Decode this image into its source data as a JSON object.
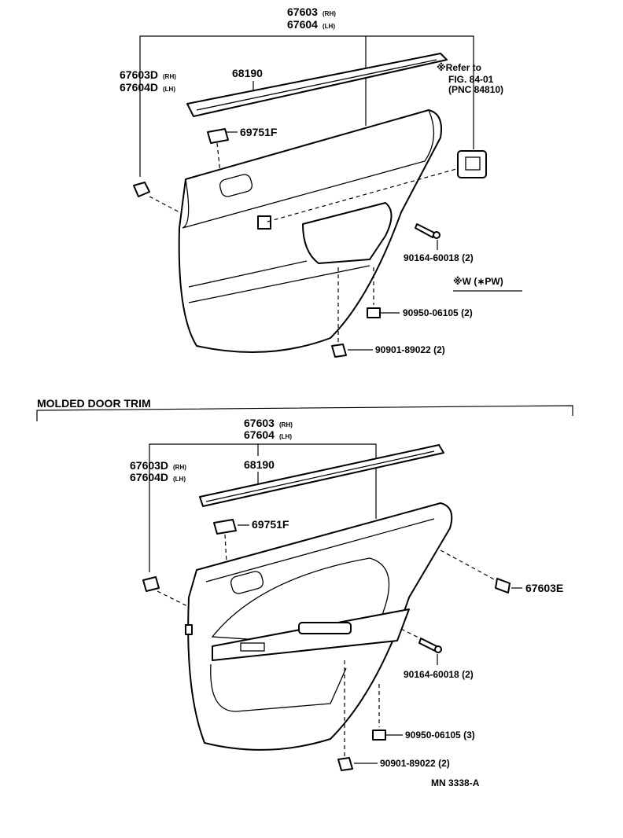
{
  "upper": {
    "title_rh": "67603",
    "title_rh_sfx": "(RH)",
    "title_lh": "67604",
    "title_lh_sfx": "(LH)",
    "clip_d_rh": "67603D",
    "clip_d_rh_sfx": "(RH)",
    "clip_d_lh": "67604D",
    "clip_d_lh_sfx": "(LH)",
    "weatherstrip": "68190",
    "plug": "69751F",
    "refer_line1": "※Refer to",
    "refer_line2": "FIG. 84-01",
    "refer_line3": "(PNC 84810)",
    "screw": "90164-60018 (2)",
    "pw_note": "※W (∗PW)",
    "retainer": "90950-06105 (2)",
    "clip": "90901-89022 (2)"
  },
  "section_title": "MOLDED DOOR TRIM",
  "lower": {
    "title_rh": "67603",
    "title_rh_sfx": "(RH)",
    "title_lh": "67604",
    "title_lh_sfx": "(LH)",
    "clip_d_rh": "67603D",
    "clip_d_rh_sfx": "(RH)",
    "clip_d_lh": "67604D",
    "clip_d_lh_sfx": "(LH)",
    "weatherstrip": "68190",
    "plug": "69751F",
    "clip_e": "67603E",
    "screw": "90164-60018 (2)",
    "retainer": "90950-06105 (3)",
    "clip": "90901-89022 (2)"
  },
  "catalog_code": "MN 3338-A"
}
